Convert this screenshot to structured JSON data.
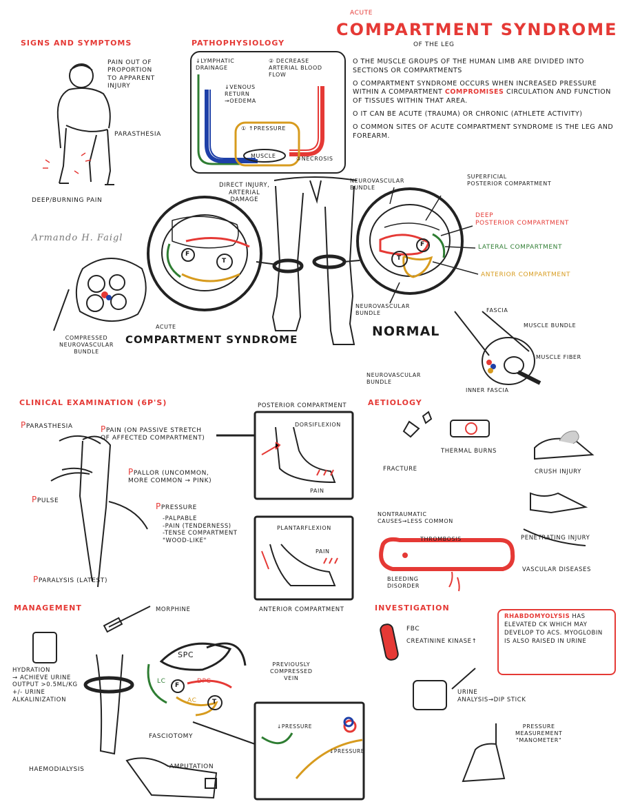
{
  "title": {
    "acute": "ACUTE",
    "main": "COMPARTMENT SYNDROME",
    "sub": "OF THE LEG"
  },
  "signs": {
    "header": "SIGNS AND SYMPTOMS",
    "pain_out": "PAIN OUT OF\nPROPORTION\nTO APPARENT\nINJURY",
    "parasthesia": "PARASTHESIA",
    "deep_pain": "DEEP/BURNING PAIN"
  },
  "patho": {
    "header": "PATHOPHYSIOLOGY",
    "lymphatic": "↓LYMPHATIC\nDRAINAGE",
    "decrease": "② DECREASE\nARTERIAL BLOOD\nFLOW",
    "venous": "↓VENOUS\nRETURN\n→OEDEMA",
    "pressure": "① ↑PRESSURE",
    "muscle": "MUSCLE",
    "necrosis": "③NECROSIS"
  },
  "intro": {
    "b1": "THE MUSCLE GROUPS OF THE HUMAN LIMB ARE DIVIDED INTO SECTIONS OR COMPARTMENTS",
    "b2a": "COMPARTMENT SYNDROME OCCURS WHEN INCREASED PRESSURE WITHIN A COMPARTMENT",
    "b2b": "COMPROMISES",
    "b2c": "CIRCULATION AND FUNCTION OF TISSUES WITHIN THAT AREA.",
    "b3": "IT CAN BE ACUTE (TRAUMA) OR CHRONIC (ATHLETE ACTIVITY)",
    "b4": "COMMON SITES OF ACUTE COMPARTMENT SYNDROME IS THE LEG AND FOREARM."
  },
  "center": {
    "direct": "DIRECT INJURY,\nARTERIAL\nDAMAGE",
    "acute_small": "ACUTE",
    "acs_label": "COMPARTMENT SYNDROME",
    "compressed": "COMPRESSED\nNEUROVASCULAR\nBUNDLE",
    "signature": "Armando H. Faigl",
    "normal": "NORMAL"
  },
  "normal_labels": {
    "nv_top": "NEUROVASCULAR\nBUNDLE",
    "superficial": "SUPERFICIAL\nPOSTERIOR COMPARTMENT",
    "deep": "DEEP\nPOSTERIOR COMPARTMENT",
    "lateral": "LATERAL COMPARTMENT",
    "anterior": "ANTERIOR COMPARTMENT",
    "nv_bottom": "NEUROVASCULAR\nBUNDLE",
    "fascia": "FASCIA",
    "muscle_bundle": "MUSCLE BUNDLE",
    "muscle_fiber": "MUSCLE FIBER",
    "nv_cyl": "NEUROVASCULAR\nBUNDLE",
    "inner_fascia": "INNER FASCIA",
    "bone_f": "F",
    "bone_t": "T"
  },
  "clinical": {
    "header": "CLINICAL EXAMINATION (6P's)",
    "parasthesia": "PARASTHESIA",
    "pain": "PAIN (ON PASSIVE STRETCH\nOF AFFECTED COMPARTMENT)",
    "pallor": "PALLOR (UNCOMMON,\nMORE COMMON → PINK)",
    "pulse": "PULSE",
    "pressure": "PRESSURE",
    "pressure_items": "-PALPABLE\n-PAIN (TENDERNESS)\n-TENSE COMPARTMENT\n\"WOOD-LIKE\"",
    "paralysis": "PARALYSIS (LATEST)",
    "posterior": "POSTERIOR COMPARTMENT",
    "dorsiflexion": "DORSIFLEXION",
    "pain1": "PAIN",
    "plantarflexion": "PLANTARFLEXION",
    "pain2": "PAIN",
    "anterior": "ANTERIOR COMPARTMENT"
  },
  "aetiology": {
    "header": "AETIOLOGY",
    "fracture": "FRACTURE",
    "burns": "THERMAL BURNS",
    "crush": "CRUSH INJURY",
    "nontraumatic": "NONTRAUMATIC\nCAUSES→LESS COMMON",
    "thrombosis": "THROMBOSIS",
    "penetrating": "PENETRATING INJURY",
    "bleeding": "BLEEDING\nDISORDER",
    "vascular": "VASCULAR DISEASES"
  },
  "management": {
    "header": "MANAGEMENT",
    "morphine": "MORPHINE",
    "hydration": "HYDRATION\n→ ACHIEVE URINE\nOUTPUT >0.5ml/kg\n+/- URINE\nALKALINIZATION",
    "spc": "SPC",
    "lc": "LC",
    "f": "F",
    "dpc": "DPC",
    "t": "T",
    "ac": "AC",
    "fasciotomy": "FASCIOTOMY",
    "prev_compressed": "PREVIOUSLY\nCOMPRESSED\nVEIN",
    "dpressure1": "↓PRESSURE",
    "dpressure2": "↓PRESSURE",
    "haemodialysis": "HAEMODIALYSIS",
    "amputation": "AMPUTATION"
  },
  "investigation": {
    "header": "INVESTIGATION",
    "fbc": "FBC",
    "ck": "CREATININE KINASE↑",
    "rhabdo_red": "RHABDOMYOLYSIS",
    "rhabdo_rest": " HAS ELEVATED CK WHICH MAY DEVELOP TO ACS. MYOGLOBIN IS ALSO RAISED IN URINE",
    "urine": "URINE\nANALYSIS→DIP STICK",
    "pressure_meas": "PRESSURE\nMEASUREMENT\n\"MANOMETER\""
  },
  "colors": {
    "red": "#e53935",
    "green": "#2e7d32",
    "blue": "#1e40a8",
    "gold": "#d79b1e",
    "ink": "#1a1a1a"
  }
}
